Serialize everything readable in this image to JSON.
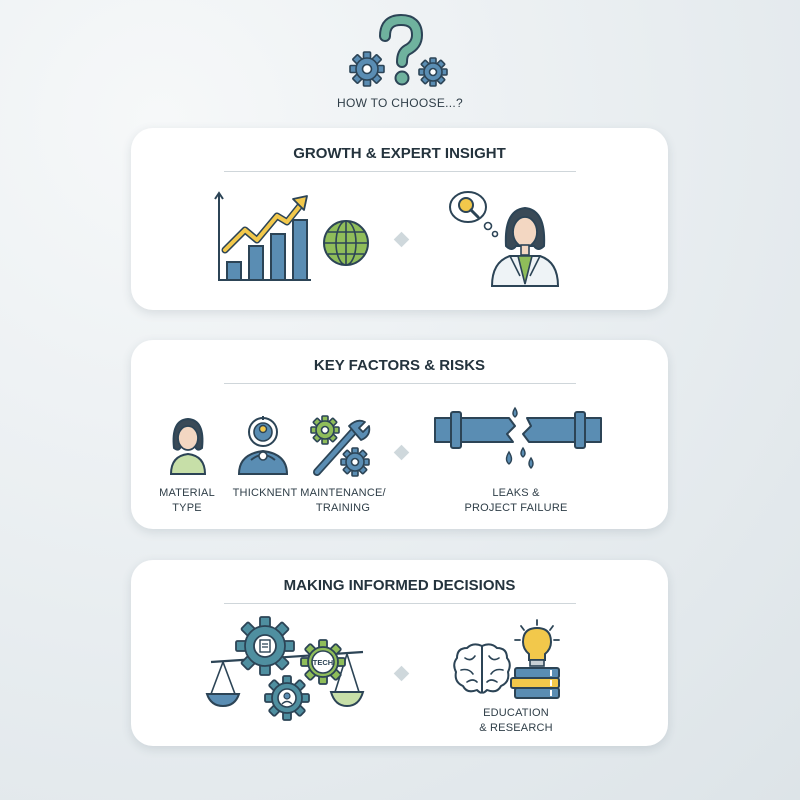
{
  "header": {
    "caption": "HOW TO CHOOSE...?"
  },
  "panels": [
    {
      "title": "GROWTH & EXPERT INSIGHT"
    },
    {
      "title": "KEY FACTORS & RISKS",
      "labels": {
        "material_1": "MATERIAL",
        "material_2": "TYPE",
        "thickness": "THICKNENT",
        "maintenance_1": "MAINTENANCE/",
        "maintenance_2": "TRAINING",
        "leaks_1": "LEAKS &",
        "leaks_2": "PROJECT FAILURE"
      }
    },
    {
      "title": "MAKING INFORMED DECISIONS",
      "gear_label": "TECH",
      "labels": {
        "education_1": "EDUCATION",
        "education_2": "& RESEARCH"
      }
    }
  ],
  "colors": {
    "navy": "#2c4456",
    "steel_blue": "#5a8db3",
    "teal": "#4f8fa0",
    "green": "#8fbd5a",
    "yellow": "#f2c84b",
    "light_green": "#c7dfa8"
  },
  "icons": [
    "question-gears-icon",
    "bar-chart-growth-icon",
    "globe-icon",
    "expert-thinking-icon",
    "person-icon",
    "technician-icon",
    "gears-wrench-icon",
    "broken-pipe-icon",
    "balance-scale-icon",
    "gear-cluster-icon",
    "brain-icon",
    "lightbulb-books-icon"
  ]
}
